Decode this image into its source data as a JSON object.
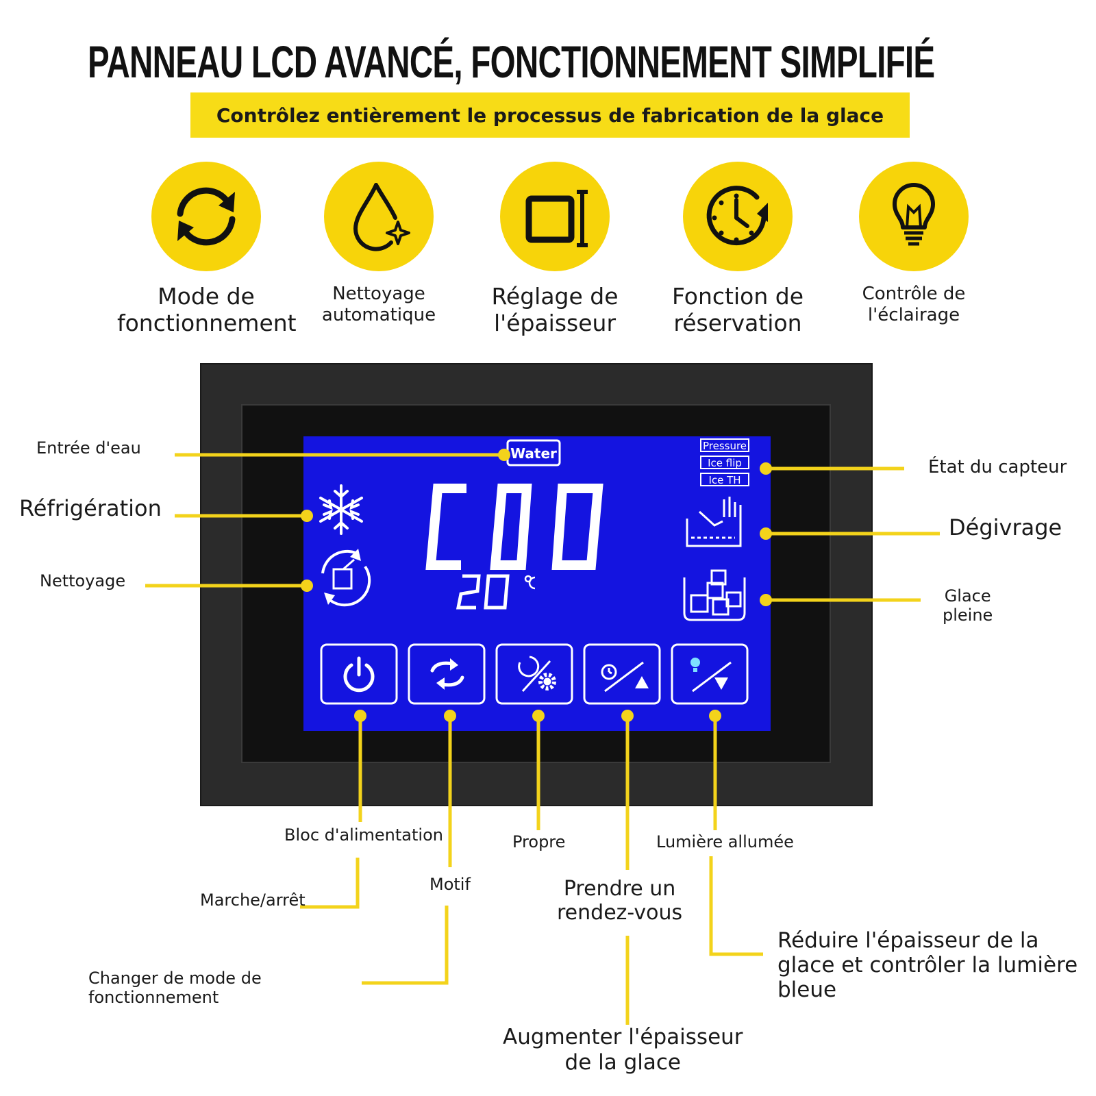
{
  "title": "PANNEAU LCD AVANCÉ, FONCTIONNEMENT SIMPLIFIÉ",
  "subtitle": "Contrôlez entièrement le processus de fabrication de la glace",
  "features": [
    {
      "icon": "cycle-arrows-icon",
      "line1": "Mode de",
      "line2": "fonctionnement"
    },
    {
      "icon": "water-drop-icon",
      "line1": "Nettoyage",
      "line2": "automatique"
    },
    {
      "icon": "thickness-icon",
      "line1": "Réglage de",
      "line2": "l'épaisseur"
    },
    {
      "icon": "clock-timer-icon",
      "line1": "Fonction de",
      "line2": "réservation"
    },
    {
      "icon": "lightbulb-icon",
      "line1": "Contrôle de",
      "line2": "l'éclairage"
    }
  ],
  "lcd": {
    "water": "Water",
    "pressure": "Pressure",
    "ice_flip": "Ice flip",
    "ice_th": "Ice TH",
    "code": "C00",
    "temp": "20",
    "temp_unit": "C"
  },
  "callouts": {
    "water_inlet": "Entrée d'eau",
    "refrigeration": "Réfrigération",
    "cleaning": "Nettoyage",
    "sensor": "État du capteur",
    "defrost": "Dégivrage",
    "ice_full_1": "Glace",
    "ice_full_2": "pleine",
    "power_block": "Bloc d'alimentation",
    "on_off": "Marche/arrêt",
    "pattern": "Motif",
    "change_mode_1": "Changer de mode de",
    "change_mode_2": "fonctionnement",
    "clean": "Propre",
    "appointment_1": "Prendre un",
    "appointment_2": "rendez-vous",
    "increase_1": "Augmenter l'épaisseur",
    "increase_2": "de la glace",
    "light_on": "Lumière allumée",
    "reduce_1": "Réduire l'épaisseur de la",
    "reduce_2": "glace et contrôler la lumière",
    "reduce_3": "bleue"
  },
  "colors": {
    "accent_yellow": "#f7d40a",
    "lcd_blue": "#1414e0",
    "leader_yellow": "#f3d31b"
  }
}
